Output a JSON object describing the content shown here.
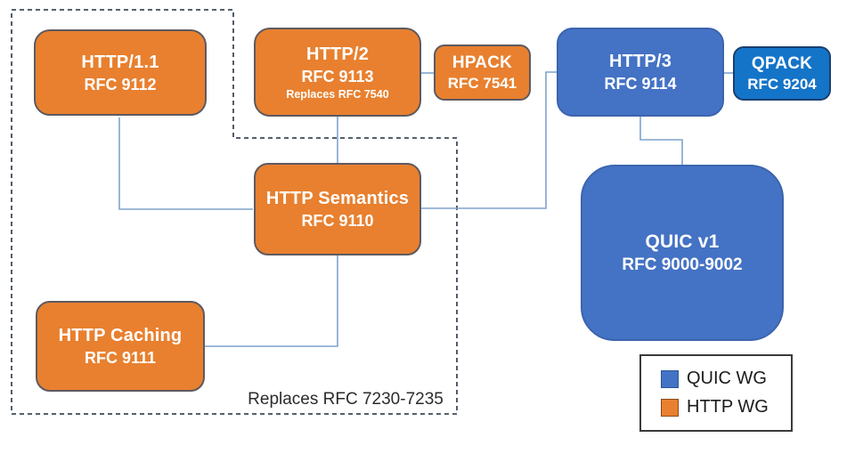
{
  "nodes": {
    "http11": {
      "title": "HTTP/1.1",
      "subtitle": "RFC 9112"
    },
    "http2": {
      "title": "HTTP/2",
      "subtitle": "RFC 9113",
      "note": "Replaces RFC 7540"
    },
    "hpack": {
      "title": "HPACK",
      "subtitle": "RFC 7541"
    },
    "http3": {
      "title": "HTTP/3",
      "subtitle": "RFC 9114"
    },
    "qpack": {
      "title": "QPACK",
      "subtitle": "RFC 9204"
    },
    "semantics": {
      "title": "HTTP Semantics",
      "subtitle": "RFC 9110"
    },
    "caching": {
      "title": "HTTP Caching",
      "subtitle": "RFC 9111"
    },
    "quic": {
      "title": "QUIC v1",
      "subtitle": "RFC 9000-9002"
    }
  },
  "annotation": {
    "replaces_group": "Replaces RFC 7230-7235"
  },
  "legend": {
    "items": [
      {
        "label": "QUIC WG",
        "color": "#4472C4"
      },
      {
        "label": "HTTP WG",
        "color": "#E8802F"
      }
    ]
  },
  "colors": {
    "http_wg_fill": "#E8802F",
    "quic_wg_fill": "#4472C4",
    "qpack_fill": "#1474C8",
    "connector": "#7FA3CC",
    "dashed_border": "#3F4A5A",
    "box_text": "#FFFFFF"
  }
}
